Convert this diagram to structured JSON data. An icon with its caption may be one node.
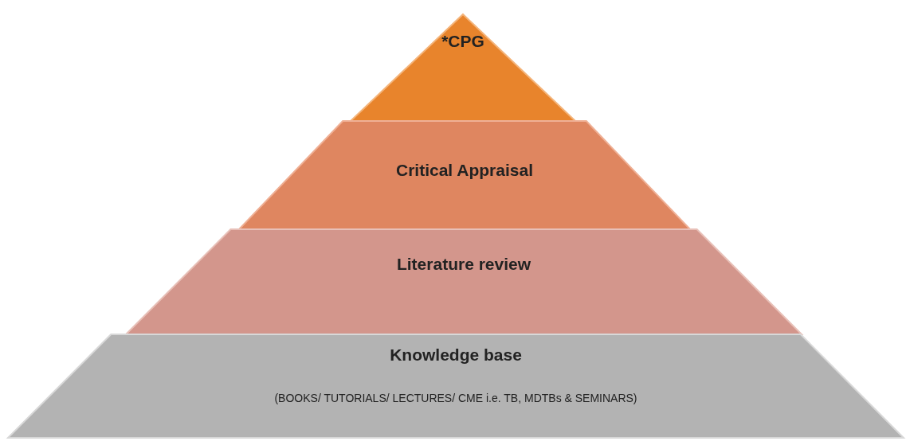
{
  "diagram": {
    "nodes": [
      {
        "text": [
          "*CPG"
        ]
      },
      {
        "text": [
          "Critical Appraisal"
        ]
      },
      {
        "text": [
          "Literature review"
        ]
      },
      {
        "text": [
          "Knowledge base",
          "(BOOKS/ TUTORIALS/ LECTURES/ CME i.e. TB, MDTBs & SEMINARS)"
        ]
      }
    ]
  }
}
